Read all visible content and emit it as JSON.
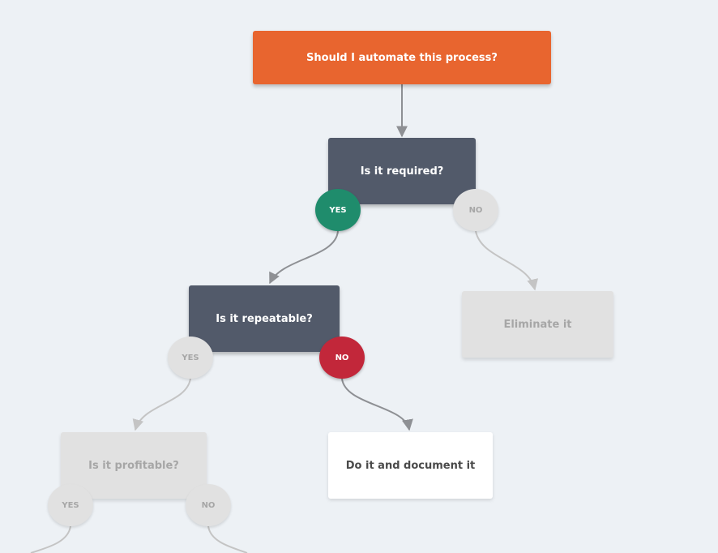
{
  "nodes": {
    "root": "Should I automate this process?",
    "required": "Is it required?",
    "repeatable": "Is it repeatable?",
    "eliminate": "Eliminate it",
    "profitable": "Is it profitable?",
    "document": "Do it and document it"
  },
  "badges": {
    "required_yes": "YES",
    "required_no": "NO",
    "repeatable_yes": "YES",
    "repeatable_no": "NO",
    "profitable_yes": "YES",
    "profitable_no": "NO"
  },
  "colors": {
    "root": "#e8652f",
    "question": "#525a6a",
    "inactive": "#e1e1e1",
    "yes_active": "#1f8c6c",
    "no_active": "#c2273a",
    "active_edge": "#8e9094",
    "inactive_edge": "#c4c4c4"
  }
}
